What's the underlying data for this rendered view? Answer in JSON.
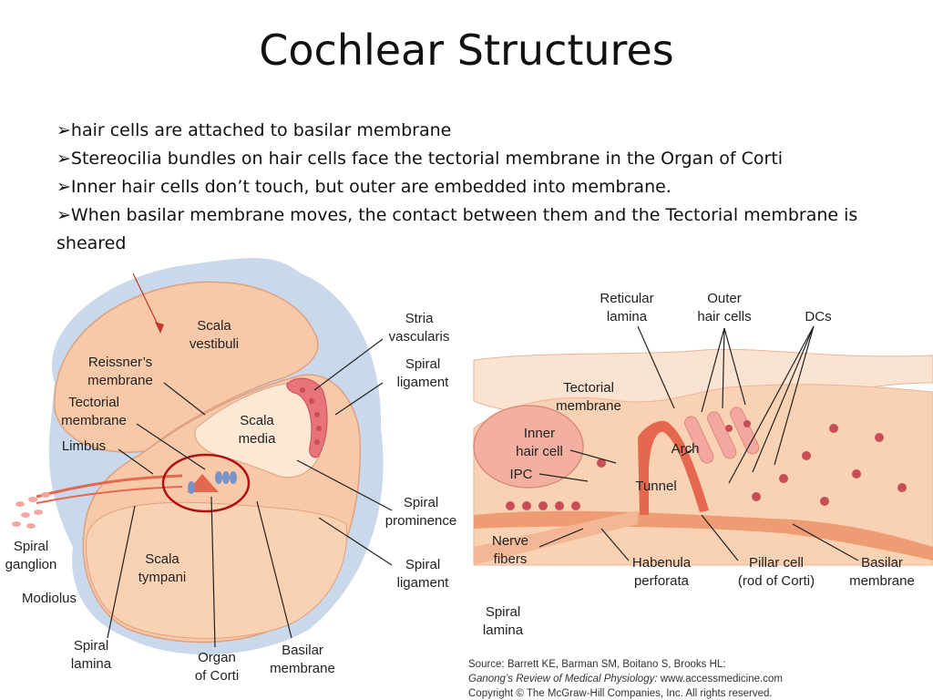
{
  "title": "Cochlear Structures",
  "bullet_marker": "➢",
  "bullets": [
    "hair cells are attached to basilar membrane",
    "Stereocilia bundles on hair cells face the tectorial membrane in the Organ of Corti",
    "Inner hair cells don’t touch, but outer are embedded into membrane.",
    "When basilar membrane moves, the contact between them and the Tectorial membrane is sheared"
  ],
  "left_diagram": {
    "scala_vestibuli": [
      "Scala",
      "vestibuli"
    ],
    "reissners_membrane": [
      "Reissner’s",
      "membrane"
    ],
    "tectorial_membrane": [
      "Tectorial",
      "membrane"
    ],
    "limbus": "Limbus",
    "scala_media": [
      "Scala",
      "media"
    ],
    "stria_vascularis": [
      "Stria",
      "vascularis"
    ],
    "spiral_ligament_top": [
      "Spiral",
      "ligament"
    ],
    "spiral_prominence": [
      "Spiral",
      "prominence"
    ],
    "spiral_ligament_bottom": [
      "Spiral",
      "ligament"
    ],
    "spiral_ganglion": [
      "Spiral",
      "ganglion"
    ],
    "modiolus": "Modiolus",
    "scala_tympani": [
      "Scala",
      "tympani"
    ],
    "spiral_lamina": [
      "Spiral",
      "lamina"
    ],
    "organ_of_corti": [
      "Organ",
      "of Corti"
    ],
    "basilar_membrane": [
      "Basilar",
      "membrane"
    ]
  },
  "right_diagram": {
    "reticular_lamina": [
      "Reticular",
      "lamina"
    ],
    "outer_hair_cells": [
      "Outer",
      "hair cells"
    ],
    "dcs": "DCs",
    "tectorial_membrane": [
      "Tectorial",
      "membrane"
    ],
    "inner_hair_cell": [
      "Inner",
      "hair cell"
    ],
    "ipc": "IPC",
    "arch": "Arch",
    "tunnel": "Tunnel",
    "nerve_fibers": [
      "Nerve",
      "fibers"
    ],
    "habenula_perforata": [
      "Habenula",
      "perforata"
    ],
    "pillar_cell": [
      "Pillar cell",
      "(rod of Corti)"
    ],
    "basilar_membrane": [
      "Basilar",
      "membrane"
    ],
    "spiral_lamina": [
      "Spiral",
      "lamina"
    ]
  },
  "source": {
    "line1": "Source: Barrett KE, Barman SM, Boitano S, Brooks HL:",
    "line2_italic": "Ganong’s Review of Medical Physiology:",
    "line2_rest": " www.accessmedicine.com",
    "line3": "Copyright © The McGraw-Hill Companies, Inc. All rights reserved."
  },
  "colors": {
    "tissue": "#f7c9a8",
    "tissue_dark": "#f0a98a",
    "membrane_blue": "#c9d8ea",
    "red_accent": "#c0392b",
    "annotation_circle": "#b01010"
  }
}
